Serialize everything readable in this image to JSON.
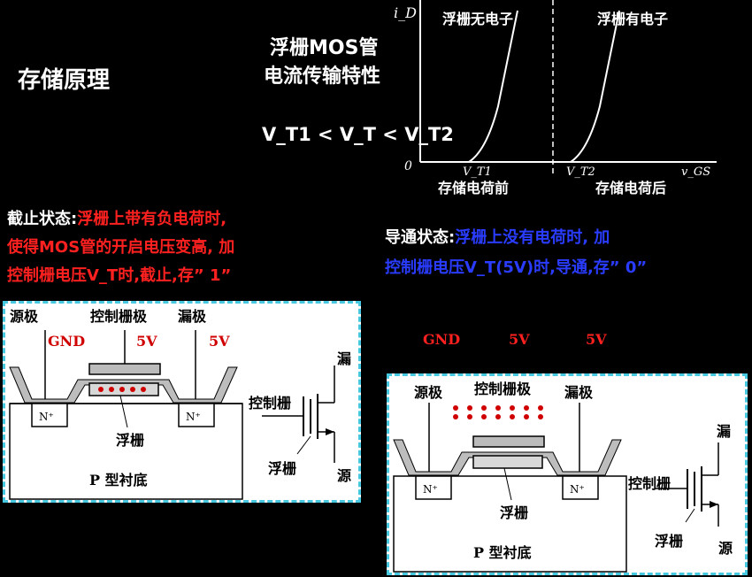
{
  "title": "存储原理",
  "curve_title": [
    "浮栅MOS管",
    "电流传输特性"
  ],
  "vt_relation": "V_T1 < V_T < V_T2",
  "curve_labels": {
    "no_electron": "浮栅无电子",
    "has_electron": "浮栅有电子",
    "origin": "0",
    "id_axis": "i_D",
    "vt1": "V_T1",
    "vt2": "V_T2",
    "vgs": "v_GS",
    "before": "存储电荷前",
    "after": "存储电荷后"
  },
  "cutoff": {
    "label": "截止状态:",
    "line1": "浮栅上带有负电荷时,",
    "line2": "使得MOS管的开启电压变高, 加",
    "line3": "控制栅电压V_T时,截止,存” 1”"
  },
  "conduct": {
    "label": "导通状态:",
    "line1": "浮栅上没有电荷时, 加",
    "line2": "控制栅电压V_T(5V)时,导通,存” 0”"
  },
  "left_device": {
    "source": "源极",
    "control_gate": "控制栅极",
    "drain": "漏极",
    "gnd": "GND",
    "v1": "5V",
    "v2": "5V",
    "n_left": "N⁺",
    "n_right": "N⁺",
    "floating_gate": "浮栅",
    "substrate": "P 型衬底",
    "sym_drain": "漏",
    "sym_control": "控制栅",
    "sym_floating": "浮栅",
    "sym_source": "源"
  },
  "right_voltages": {
    "gnd": "GND",
    "v1": "5V",
    "v2": "5V"
  },
  "right_device": {
    "source": "源极",
    "control_gate": "控制栅极",
    "drain": "漏极",
    "n_left": "N⁺",
    "n_right": "N⁺",
    "floating_gate": "浮栅",
    "substrate": "P 型衬底",
    "sym_drain": "漏",
    "sym_control": "控制栅",
    "sym_floating": "浮栅",
    "sym_source": "源"
  },
  "colors": {
    "panel_border": "#45c8e0",
    "red": "#ff2020",
    "blue": "#2a3cff"
  }
}
